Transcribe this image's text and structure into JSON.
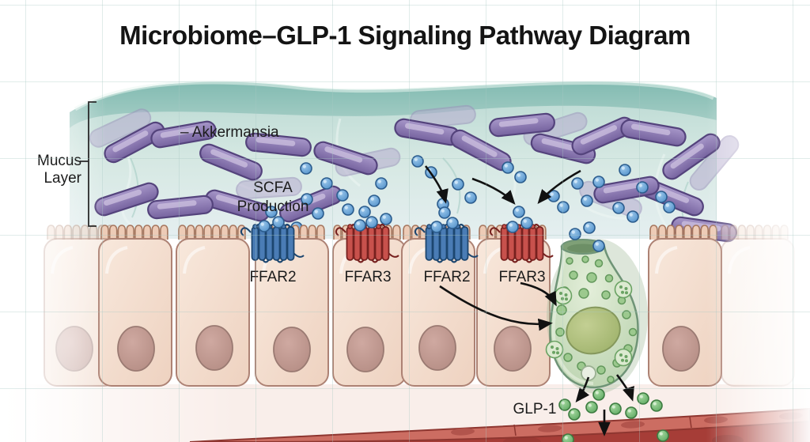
{
  "title": "Microbiome–GLP-1 Signaling Pathway Diagram",
  "labels": {
    "mucus_line1": "Mucus",
    "mucus_line2": "Layer",
    "akkermansia": "– Akkermansia",
    "scfa_line1": "SCFA",
    "scfa_line2": "Production",
    "glp1": "GLP-1"
  },
  "receptors": [
    {
      "label": "FFAR2",
      "color": "#4a7cb5"
    },
    {
      "label": "FFAR3",
      "color": "#c8514c"
    },
    {
      "label": "FFAR2",
      "color": "#4a7cb5"
    },
    {
      "label": "FFAR3",
      "color": "#c8514c"
    }
  ],
  "colors": {
    "scfa_dot": "#5d9bd3",
    "glp1_dot": "#6db86a",
    "bacteria": "#8a77b4",
    "mucus": "#c5e0da",
    "l_cell": "#cfe0c4",
    "epithelial_cell": "#f3dcce",
    "vessel": "#a63d37"
  }
}
